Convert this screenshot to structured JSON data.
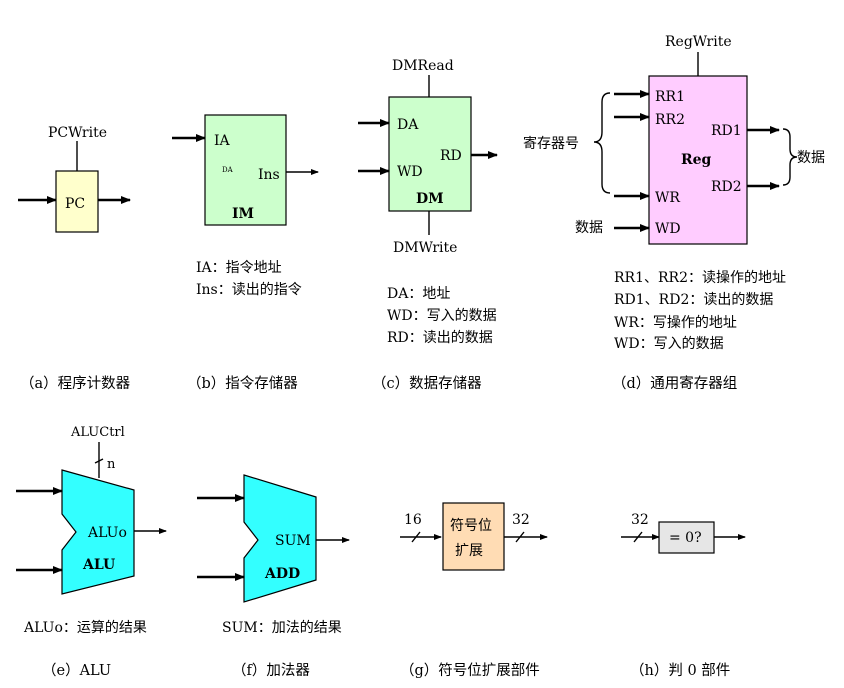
{
  "colors": {
    "pc_fill": "#ffffcc",
    "im_fill": "#ccffcc",
    "dm_fill": "#ccffcc",
    "reg_fill": "#ffccff",
    "alu_fill": "#33ffff",
    "ext_fill": "#ffdcb4",
    "zero_fill": "#e6e6e6",
    "stroke": "#000000"
  },
  "pc": {
    "control": "PCWrite",
    "name": "PC",
    "caption": "（a）程序计数器"
  },
  "im": {
    "in": "IA",
    "tiny": "DA",
    "out": "Ins",
    "name": "IM",
    "legend": [
      "IA：指令地址",
      "Ins：读出的指令"
    ],
    "caption": "（b）指令存储器"
  },
  "dm": {
    "control_top": "DMRead",
    "control_bottom": "DMWrite",
    "in1": "DA",
    "in2": "WD",
    "out": "RD",
    "name": "DM",
    "legend": [
      "DA：地址",
      "WD：写入的数据",
      "RD：读出的数据"
    ],
    "caption": "（c）数据存储器"
  },
  "reg": {
    "control": "RegWrite",
    "rr1": "RR1",
    "rr2": "RR2",
    "wr": "WR",
    "wd": "WD",
    "rd1": "RD1",
    "rd2": "RD2",
    "name": "Reg",
    "left_brace_label": "寄存器号",
    "right_brace_label": "数据",
    "wd_label": "数据",
    "legend": [
      "RR1、RR2：读操作的地址",
      "RD1、RD2：读出的数据",
      "WR：写操作的地址",
      "WD：写入的数据"
    ],
    "caption": "（d）通用寄存器组"
  },
  "alu": {
    "control": "ALUCtrl",
    "width": "n",
    "out": "ALUo",
    "name": "ALU",
    "legend": "ALUo：运算的结果",
    "caption": "（e）ALU"
  },
  "add": {
    "out": "SUM",
    "name": "ADD",
    "legend": "SUM：加法的结果",
    "caption": "（f）加法器"
  },
  "ext": {
    "in_width": "16",
    "out_width": "32",
    "line1": "符号位",
    "line2": "扩展",
    "caption": "（g）符号位扩展部件"
  },
  "zero": {
    "in_width": "32",
    "label": "= 0?",
    "caption": "（h）判 0 部件"
  }
}
